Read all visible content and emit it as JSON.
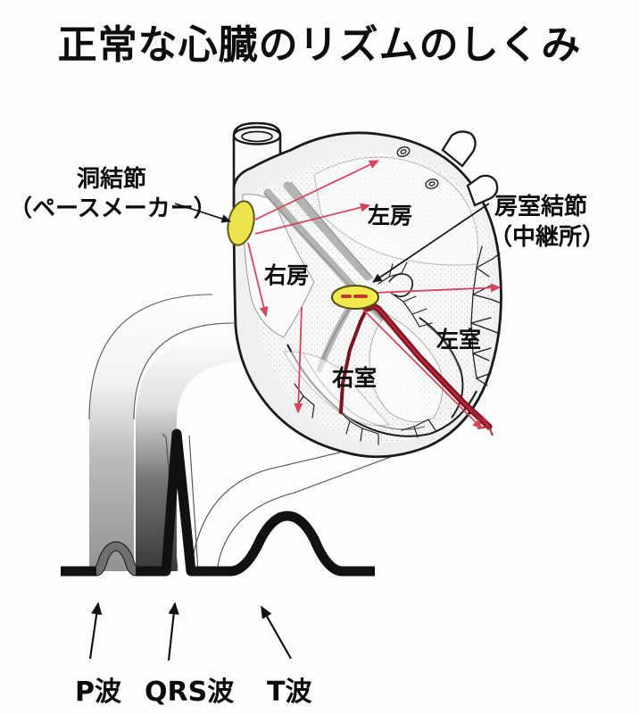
{
  "title": "正常な心臓のリズムのしくみ",
  "diagram": {
    "type": "anatomical-illustration-with-ecg",
    "subject": "heart-conduction-system",
    "labels": {
      "sa_node_line1": "洞結節",
      "sa_node_line2": "（ペースメーカー）",
      "av_node_line1": "房室結節",
      "av_node_line2": "（中継所）",
      "left_atrium": "左房",
      "right_atrium": "右房",
      "left_ventricle": "左室",
      "right_ventricle": "右室"
    },
    "ecg": {
      "p_wave": "P波",
      "qrs_wave": "QRS波",
      "t_wave": "T波"
    },
    "colors": {
      "sa_node_fill": "#ece34f",
      "av_node_fill": "#f2e94f",
      "conduction_arrow": "#d6455c",
      "bundle_of_his": "#7e1420",
      "outline": "#1a1a1a",
      "ecg_trace": "#111111",
      "leader_band": "#9a9a9a",
      "background": "#fefefe"
    }
  }
}
